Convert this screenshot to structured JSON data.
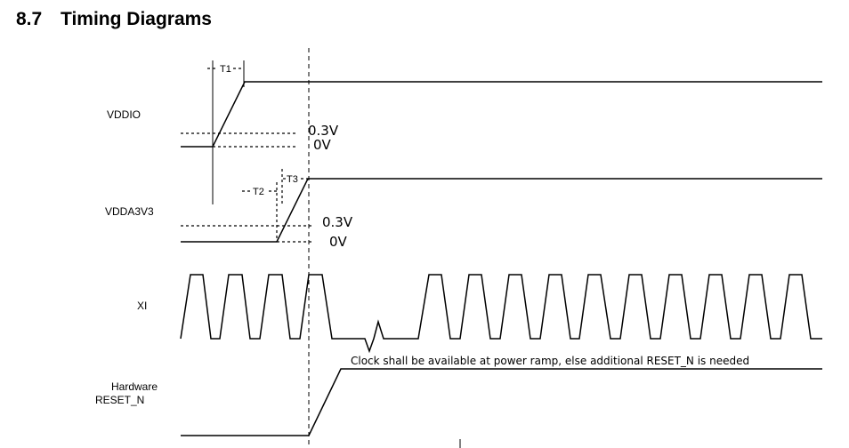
{
  "section": {
    "number": "8.7",
    "title": "Timing Diagrams"
  },
  "signals": {
    "vddio": "VDDIO",
    "vdda3v3": "VDDA3V3",
    "xi": "XI",
    "reset_line1": "Hardware",
    "reset_line2": "RESET_N"
  },
  "levels": {
    "vddio_high": "0.3V",
    "vddio_low": "0V",
    "vdda_high": "0.3V",
    "vdda_low": "0V"
  },
  "timings": {
    "t1": "T1",
    "t2": "T2",
    "t3": "T3"
  },
  "note": "Clock shall be available at power ramp, else additional RESET_N is needed"
}
